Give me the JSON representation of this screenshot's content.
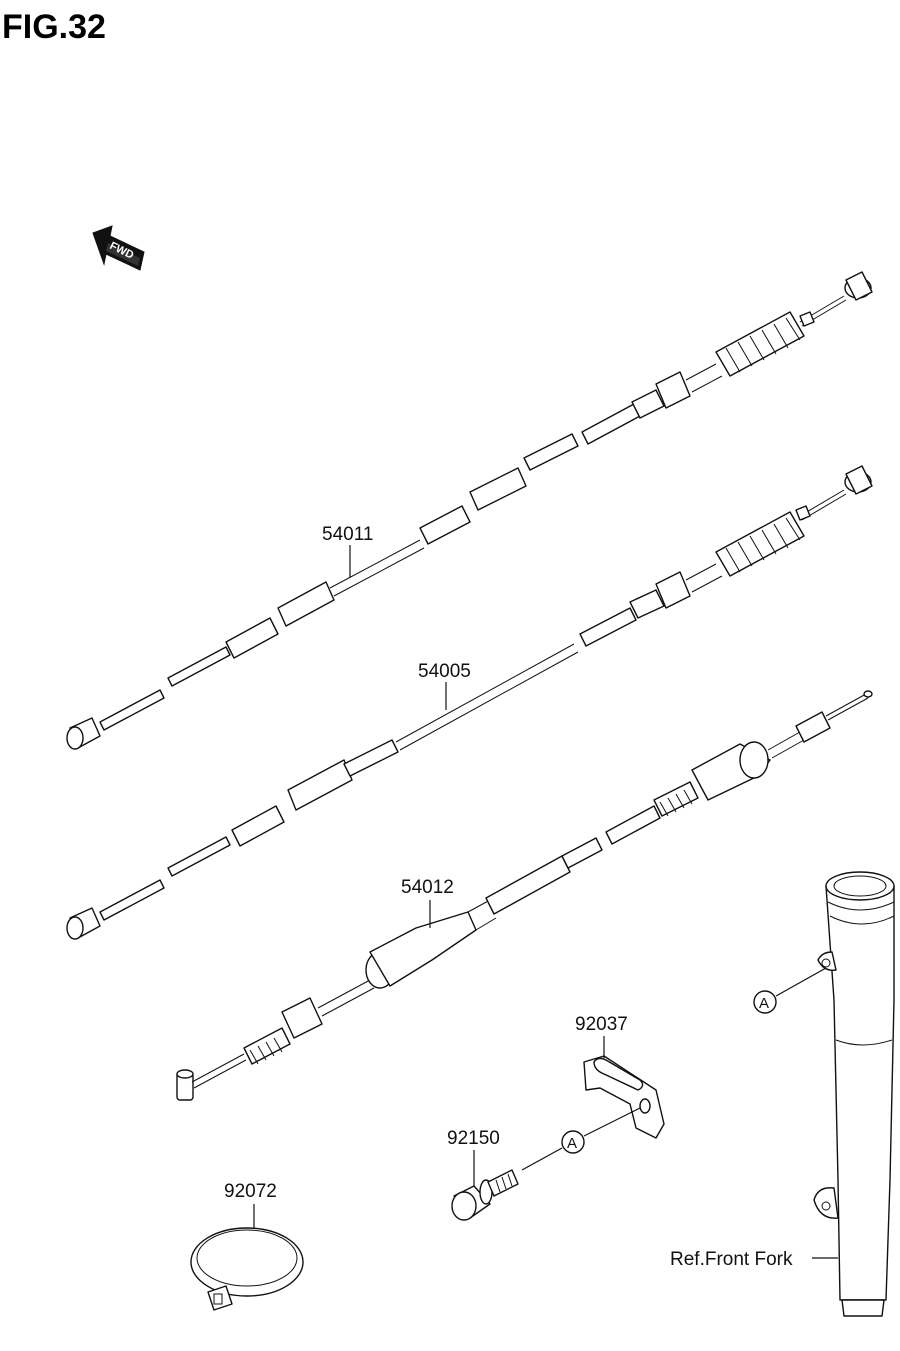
{
  "figure": {
    "title": "FIG.32"
  },
  "direction": {
    "label": "FWD"
  },
  "parts": [
    {
      "number": "54011"
    },
    {
      "number": "54005"
    },
    {
      "number": "54012"
    },
    {
      "number": "92037"
    },
    {
      "number": "92150"
    },
    {
      "number": "92072"
    }
  ],
  "callouts": {
    "a_marker": "A"
  },
  "reference": {
    "label": "Ref.Front Fork"
  }
}
